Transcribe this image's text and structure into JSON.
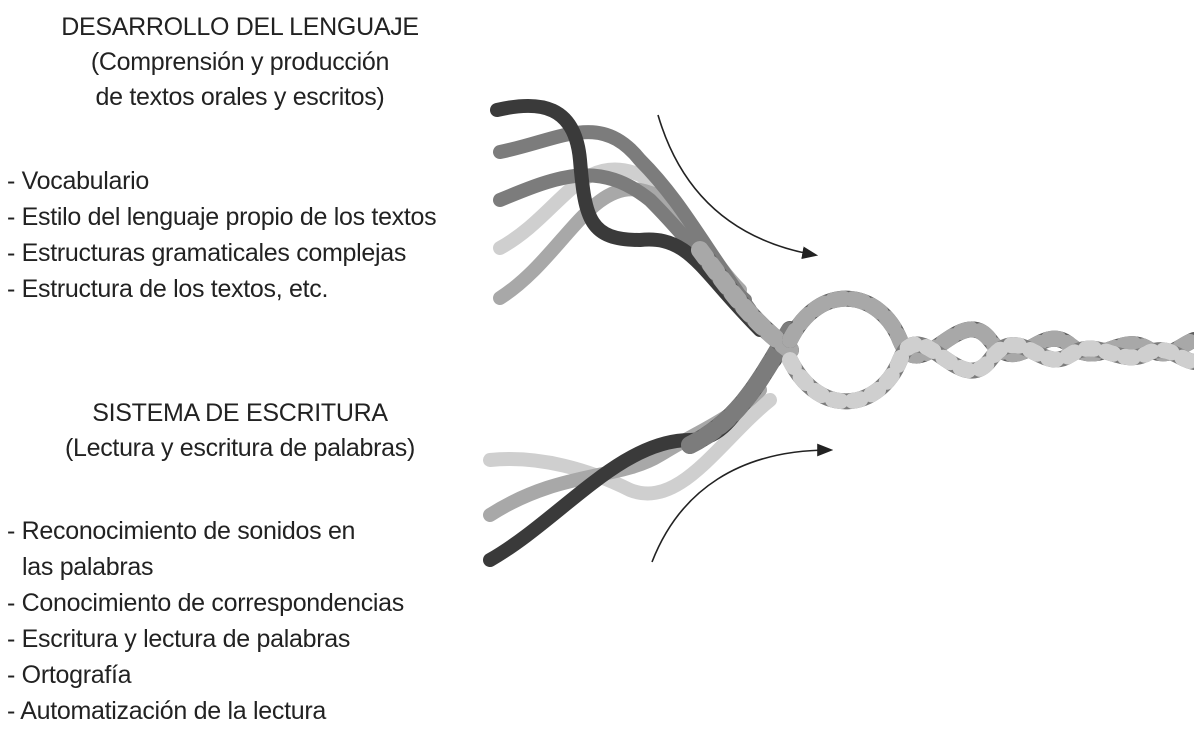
{
  "left_top": {
    "title": "DESARROLLO DEL LENGUAJE",
    "subtitle_line1": "(Comprensión y producción",
    "subtitle_line2": "de textos orales y escritos)",
    "items": [
      "- Vocabulario",
      "- Estilo del lenguaje propio de los textos",
      "- Estructuras gramaticales complejas",
      "- Estructura de los textos, etc."
    ]
  },
  "left_bottom": {
    "title": "SISTEMA DE ESCRITURA",
    "subtitle": "(Lectura y escritura de palabras)",
    "items": [
      "- Reconocimiento de sonidos en",
      "las palabras",
      "- Conocimiento de correspondencias",
      "- Escritura y lectura de palabras",
      "- Ortografía",
      "- Automatización de la lectura"
    ]
  },
  "strand_colors": {
    "black": "#3a3a3a",
    "dark": "#5e5e5e",
    "mid": "#7c7c7c",
    "light": "#a8a8a8",
    "pale": "#cfcfcf"
  }
}
